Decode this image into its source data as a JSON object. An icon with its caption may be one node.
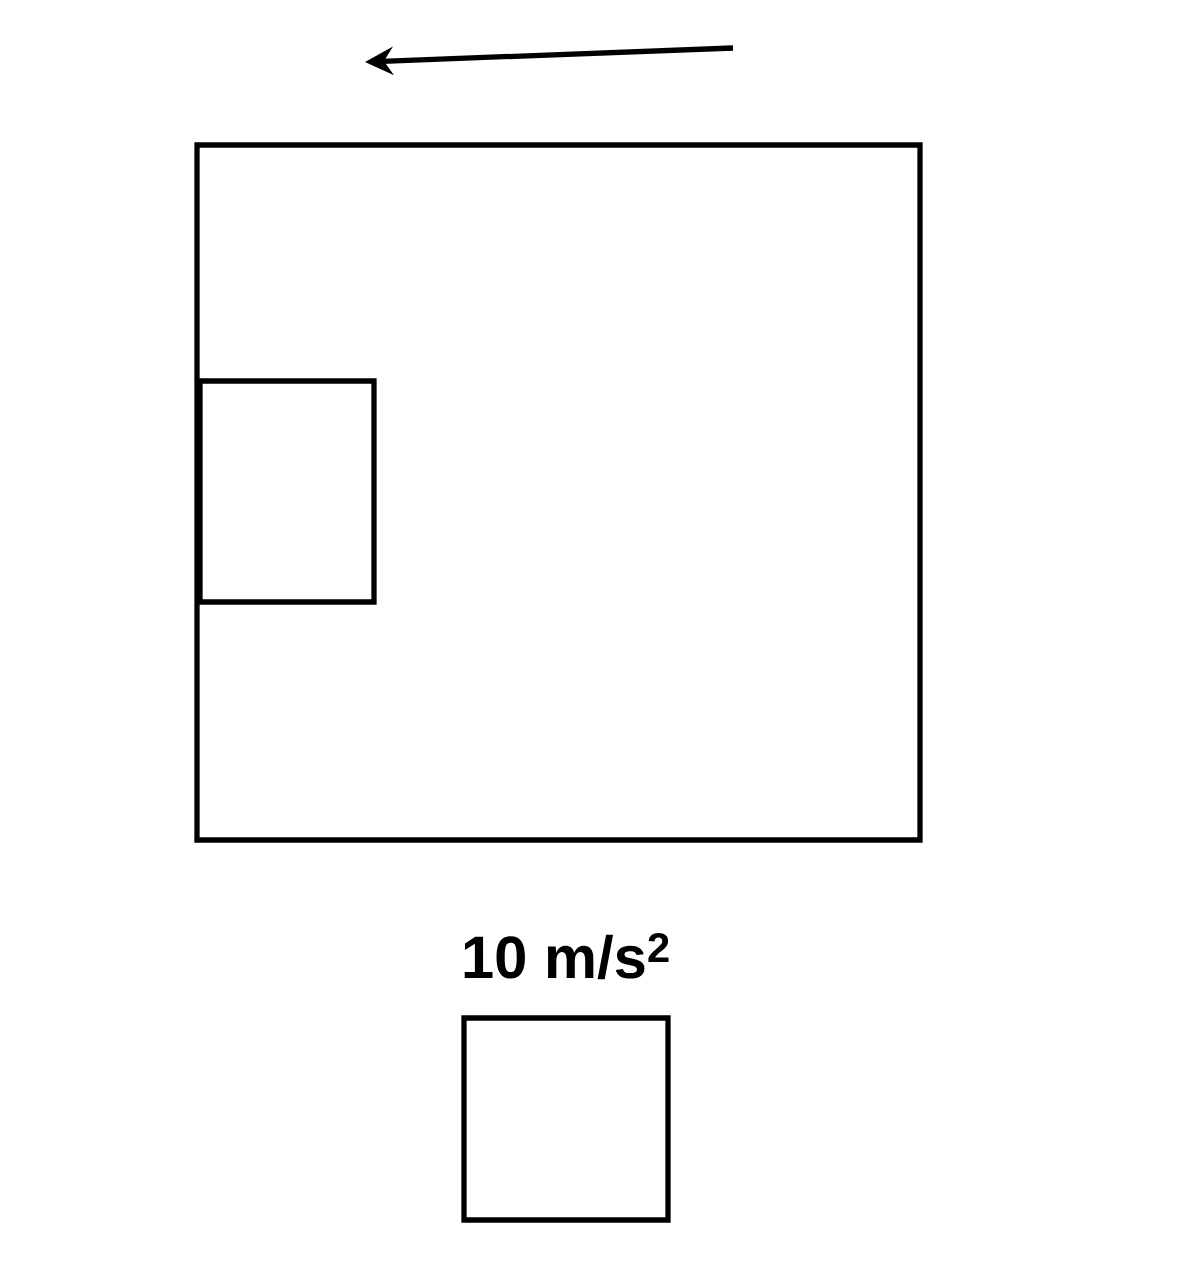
{
  "diagram": {
    "nodes": [
      {
        "text": [],
        "shape": "box"
      },
      {
        "text": [],
        "shape": "box",
        "in": 0
      },
      {
        "text": [],
        "shape": "box",
        "beside": [
          "10 m/s$^{2}$"
        ]
      }
    ]
  }
}
